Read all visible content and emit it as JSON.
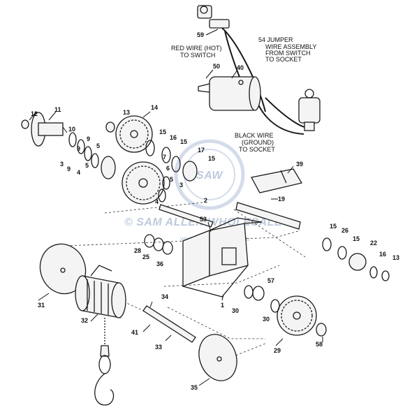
{
  "annotations": {
    "jumper": [
      "54 JUMPER",
      "WIRE ASSEMBLY",
      "FROM SWITCH",
      "TO SOCKET"
    ],
    "red_wire": [
      "RED WIRE (HOT)",
      "TO SWITCH"
    ],
    "black_wire": [
      "BLACK WIRE",
      "(GROUND)",
      "TO SOCKET"
    ]
  },
  "watermark": {
    "brand": "© SAM ALLEN WHOLESALE",
    "url": "www.samallen.com.au",
    "logo_text": "SAW"
  },
  "callouts": [
    {
      "id": "c59",
      "text": "59"
    },
    {
      "id": "c50",
      "text": "50"
    },
    {
      "id": "c40",
      "text": "40"
    },
    {
      "id": "c12",
      "text": "12"
    },
    {
      "id": "c11",
      "text": "11"
    },
    {
      "id": "c10",
      "text": "10"
    },
    {
      "id": "c13a",
      "text": "13"
    },
    {
      "id": "c14",
      "text": "14"
    },
    {
      "id": "c9a",
      "text": "9"
    },
    {
      "id": "c9b",
      "text": "9"
    },
    {
      "id": "c9c",
      "text": "9"
    },
    {
      "id": "c3a",
      "text": "3"
    },
    {
      "id": "c5a",
      "text": "5"
    },
    {
      "id": "c5b",
      "text": "5"
    },
    {
      "id": "c4a",
      "text": "4"
    },
    {
      "id": "c15a",
      "text": "15"
    },
    {
      "id": "c16",
      "text": "16"
    },
    {
      "id": "c15b",
      "text": "15"
    },
    {
      "id": "c7",
      "text": "7"
    },
    {
      "id": "c17",
      "text": "17"
    },
    {
      "id": "c15c",
      "text": "15"
    },
    {
      "id": "c6",
      "text": "6"
    },
    {
      "id": "c5c",
      "text": "5"
    },
    {
      "id": "c3b",
      "text": "3"
    },
    {
      "id": "c4b",
      "text": "4"
    },
    {
      "id": "c39",
      "text": "39"
    },
    {
      "id": "c2",
      "text": "2"
    },
    {
      "id": "c19",
      "text": "19"
    },
    {
      "id": "c53",
      "text": "53"
    },
    {
      "id": "c15d",
      "text": "15"
    },
    {
      "id": "c26",
      "text": "26"
    },
    {
      "id": "c15e",
      "text": "15"
    },
    {
      "id": "c22",
      "text": "22"
    },
    {
      "id": "c28",
      "text": "28"
    },
    {
      "id": "c25",
      "text": "25"
    },
    {
      "id": "c36",
      "text": "36"
    },
    {
      "id": "c16b",
      "text": "16"
    },
    {
      "id": "c13b",
      "text": "13"
    },
    {
      "id": "c31",
      "text": "31"
    },
    {
      "id": "c57",
      "text": "57"
    },
    {
      "id": "c34",
      "text": "34"
    },
    {
      "id": "c1",
      "text": "1"
    },
    {
      "id": "c30a",
      "text": "30"
    },
    {
      "id": "c30b",
      "text": "30"
    },
    {
      "id": "c32",
      "text": "32"
    },
    {
      "id": "c41",
      "text": "41"
    },
    {
      "id": "c29",
      "text": "29"
    },
    {
      "id": "c58",
      "text": "58"
    },
    {
      "id": "c33",
      "text": "33"
    },
    {
      "id": "c35",
      "text": "35"
    }
  ]
}
